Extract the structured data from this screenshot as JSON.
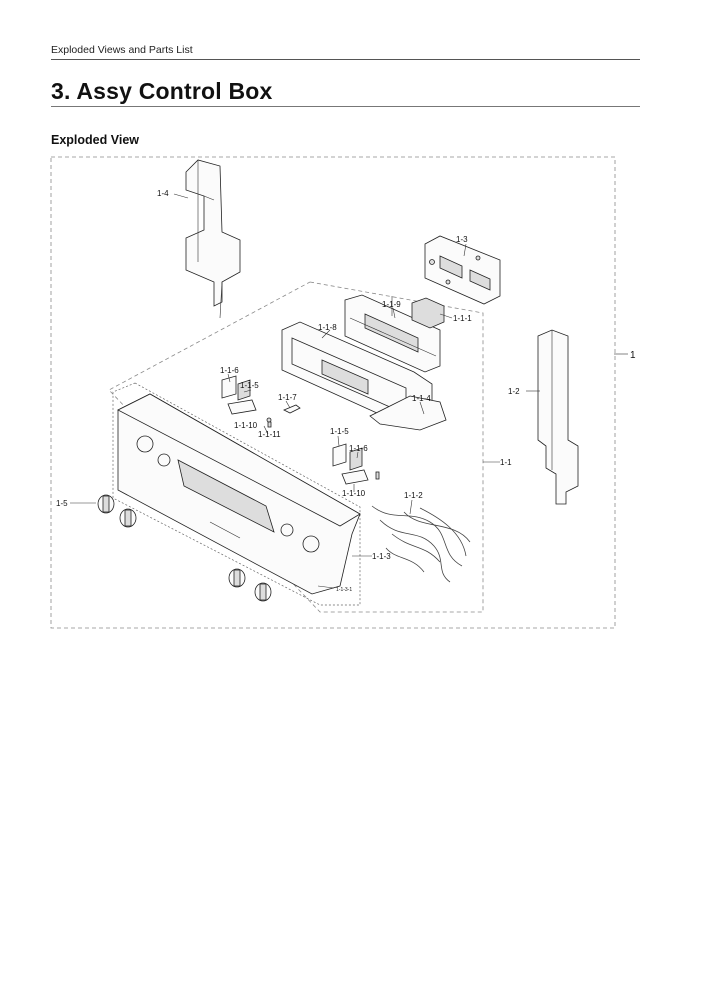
{
  "page": {
    "header": "Exploded Views and Parts List",
    "title": "3.  Assy Control Box",
    "subtitle": "Exploded View"
  },
  "callouts": {
    "c1": "1",
    "c1_1": "1-1",
    "c1_1_1": "1-1-1",
    "c1_1_2": "1-1-2",
    "c1_1_3": "1-1-3",
    "c1_1_3_1": "1-1-3-1",
    "c1_1_4": "1-1-4",
    "c1_1_5": "1-1-5",
    "c1_1_6": "1-1-6",
    "c1_1_7": "1-1-7",
    "c1_1_8": "1-1-8",
    "c1_1_9": "1-1-9",
    "c1_1_10": "1-1-10",
    "c1_1_11": "1-1-11",
    "c1_2": "1-2",
    "c1_3": "1-3",
    "c1_4": "1-4",
    "c1_5": "1-5"
  }
}
